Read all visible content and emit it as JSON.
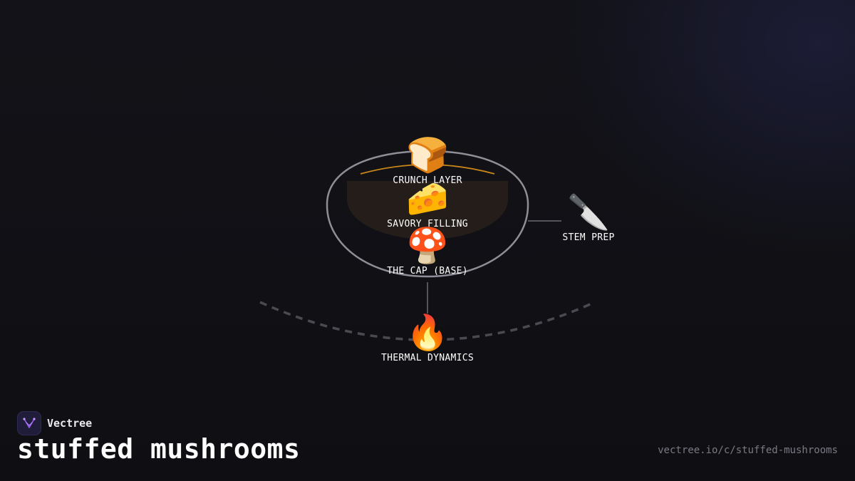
{
  "diagram": {
    "nodes": [
      {
        "id": "crunch",
        "icon": "bread-icon",
        "emoji": "🍞",
        "label": "CRUNCH LAYER"
      },
      {
        "id": "filling",
        "icon": "cheese-icon",
        "emoji": "🧀",
        "label": "SAVORY FILLING"
      },
      {
        "id": "cap",
        "icon": "mushroom-icon",
        "emoji": "🍄",
        "label": "THE CAP (BASE)"
      },
      {
        "id": "stem",
        "icon": "knife-icon",
        "emoji": "🔪",
        "label": "STEM PREP"
      },
      {
        "id": "heat",
        "icon": "fire-icon",
        "emoji": "🔥",
        "label": "THERMAL DYNAMICS"
      }
    ],
    "colors": {
      "bowl_outline": "#8e8e96",
      "filling_fill": "#241d1a",
      "crunch_arc": "#c8861a",
      "heat_arc": "#4a4a52",
      "connector": "#6a6a72"
    }
  },
  "brand": {
    "name": "Vectree",
    "logo_icon": "vectree-logo-icon",
    "logo_color": "#9b5cf0"
  },
  "title": "stuffed mushrooms",
  "url": "vectree.io/c/stuffed-mushrooms"
}
